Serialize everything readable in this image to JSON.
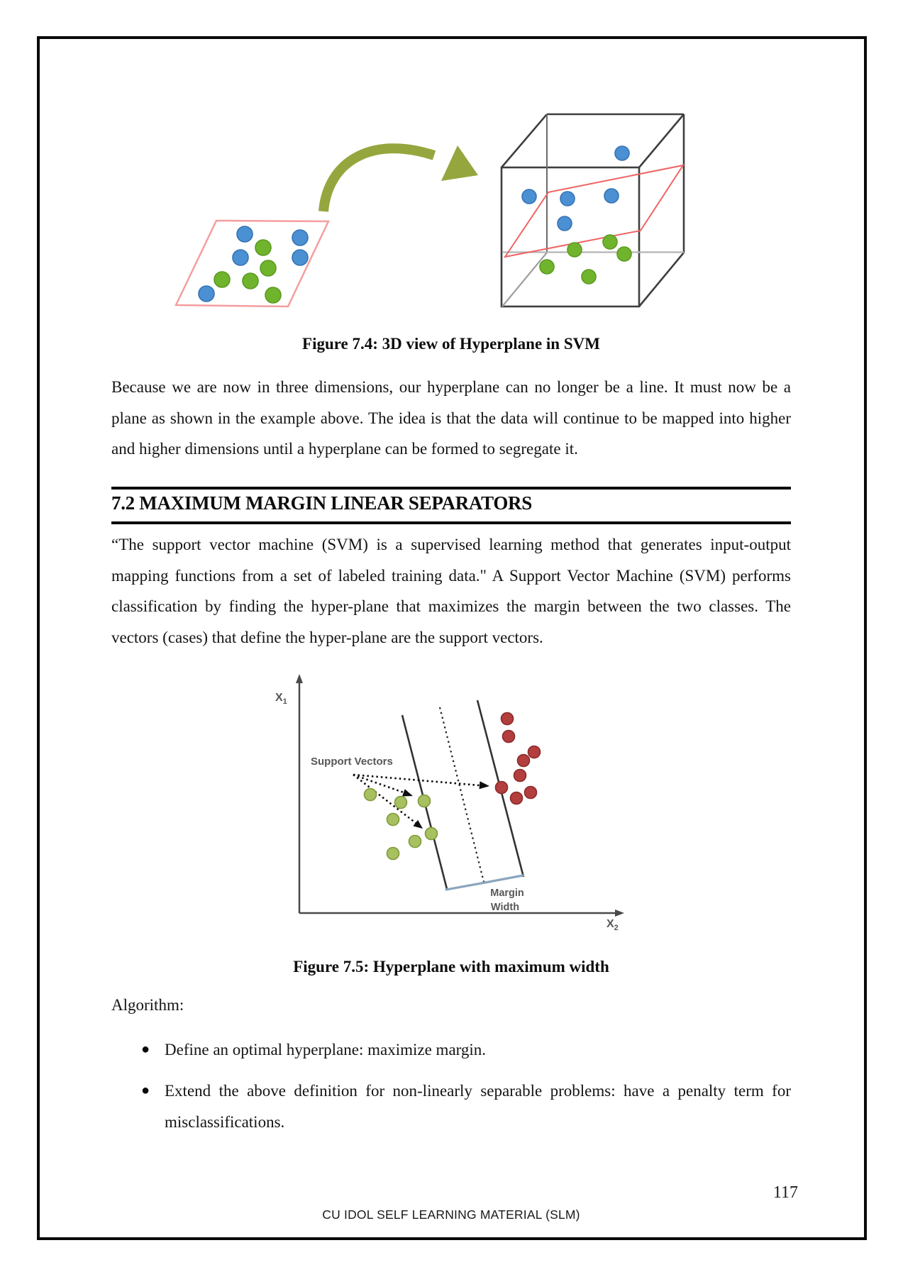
{
  "page": {
    "number": "117",
    "footer": "CU IDOL SELF LEARNING MATERIAL (SLM)"
  },
  "figure74": {
    "caption": "Figure 7.4: 3D view of Hyperplane in SVM",
    "colors": {
      "blue_dot": "#4a90d2",
      "blue_dot_edge": "#3674b4",
      "green_dot": "#70b42d",
      "green_dot_edge": "#5a9a1f",
      "plane_outline": "#f59e9e",
      "cube_edge": "#3f3f3f",
      "cube_hidden_edge": "#b5b5b5",
      "red_plane": "#ef6464",
      "arrow": "#96a63e"
    },
    "plane_dots": {
      "blue": [
        [
          345,
          330
        ],
        [
          423,
          335
        ],
        [
          339,
          363
        ],
        [
          423,
          363
        ],
        [
          291,
          414
        ]
      ],
      "green": [
        [
          371,
          349
        ],
        [
          378,
          378
        ],
        [
          313,
          394
        ],
        [
          353,
          396
        ],
        [
          385,
          416
        ]
      ]
    },
    "cube_dots": {
      "blue": [
        [
          877,
          216
        ],
        [
          746,
          277
        ],
        [
          800,
          280
        ],
        [
          862,
          276
        ],
        [
          796,
          315
        ]
      ],
      "green": [
        [
          860,
          341
        ],
        [
          810,
          352
        ],
        [
          880,
          358
        ],
        [
          771,
          376
        ],
        [
          830,
          390
        ]
      ]
    }
  },
  "para1": "Because we are now in three dimensions, our hyperplane can no longer be a line. It must now be a plane as shown in the example above. The idea is that the data will continue to be mapped into higher and higher dimensions until a hyperplane can be formed to segregate it.",
  "heading": "7.2 MAXIMUM MARGIN LINEAR SEPARATORS",
  "para2": "“The support vector machine (SVM) is a supervised learning method that generates input-output mapping functions from a set of labeled training data.\" A Support Vector Machine (SVM) performs classification by finding the hyper-plane that maximizes the margin between the two classes. The vectors (cases) that define the hyper-plane are the support vectors.",
  "figure75": {
    "caption": "Figure 7.5: Hyperplane with maximum width",
    "labels": {
      "x1": "X",
      "x1_sub": "1",
      "x2": "X",
      "x2_sub": "2",
      "support_vectors": "Support Vectors",
      "margin_line1": "Margin",
      "margin_line2": "Width"
    },
    "colors": {
      "axis": "#4a4a4a",
      "boundary_line": "#333333",
      "green_dot": "#a8c060",
      "green_dot_edge": "#7d9b38",
      "red_dot": "#b23e3e",
      "red_dot_edge": "#8c2a2a",
      "bracket": "#8ba6bd",
      "label_gray": "#575757"
    },
    "green_dots": [
      [
        522,
        1120
      ],
      [
        565,
        1131
      ],
      [
        598,
        1129
      ],
      [
        554,
        1155
      ],
      [
        608,
        1175
      ],
      [
        585,
        1186
      ],
      [
        554,
        1203
      ]
    ],
    "red_dots": [
      [
        715,
        1013
      ],
      [
        717,
        1038
      ],
      [
        753,
        1060
      ],
      [
        738,
        1072
      ],
      [
        733,
        1093
      ],
      [
        707,
        1110
      ],
      [
        728,
        1125
      ],
      [
        748,
        1117
      ]
    ]
  },
  "algorithm_label": "Algorithm:",
  "bullets": [
    "Define an optimal hyperplane: maximize margin.",
    "Extend the above definition for non-linearly separable problems: have a penalty term for misclassifications."
  ]
}
